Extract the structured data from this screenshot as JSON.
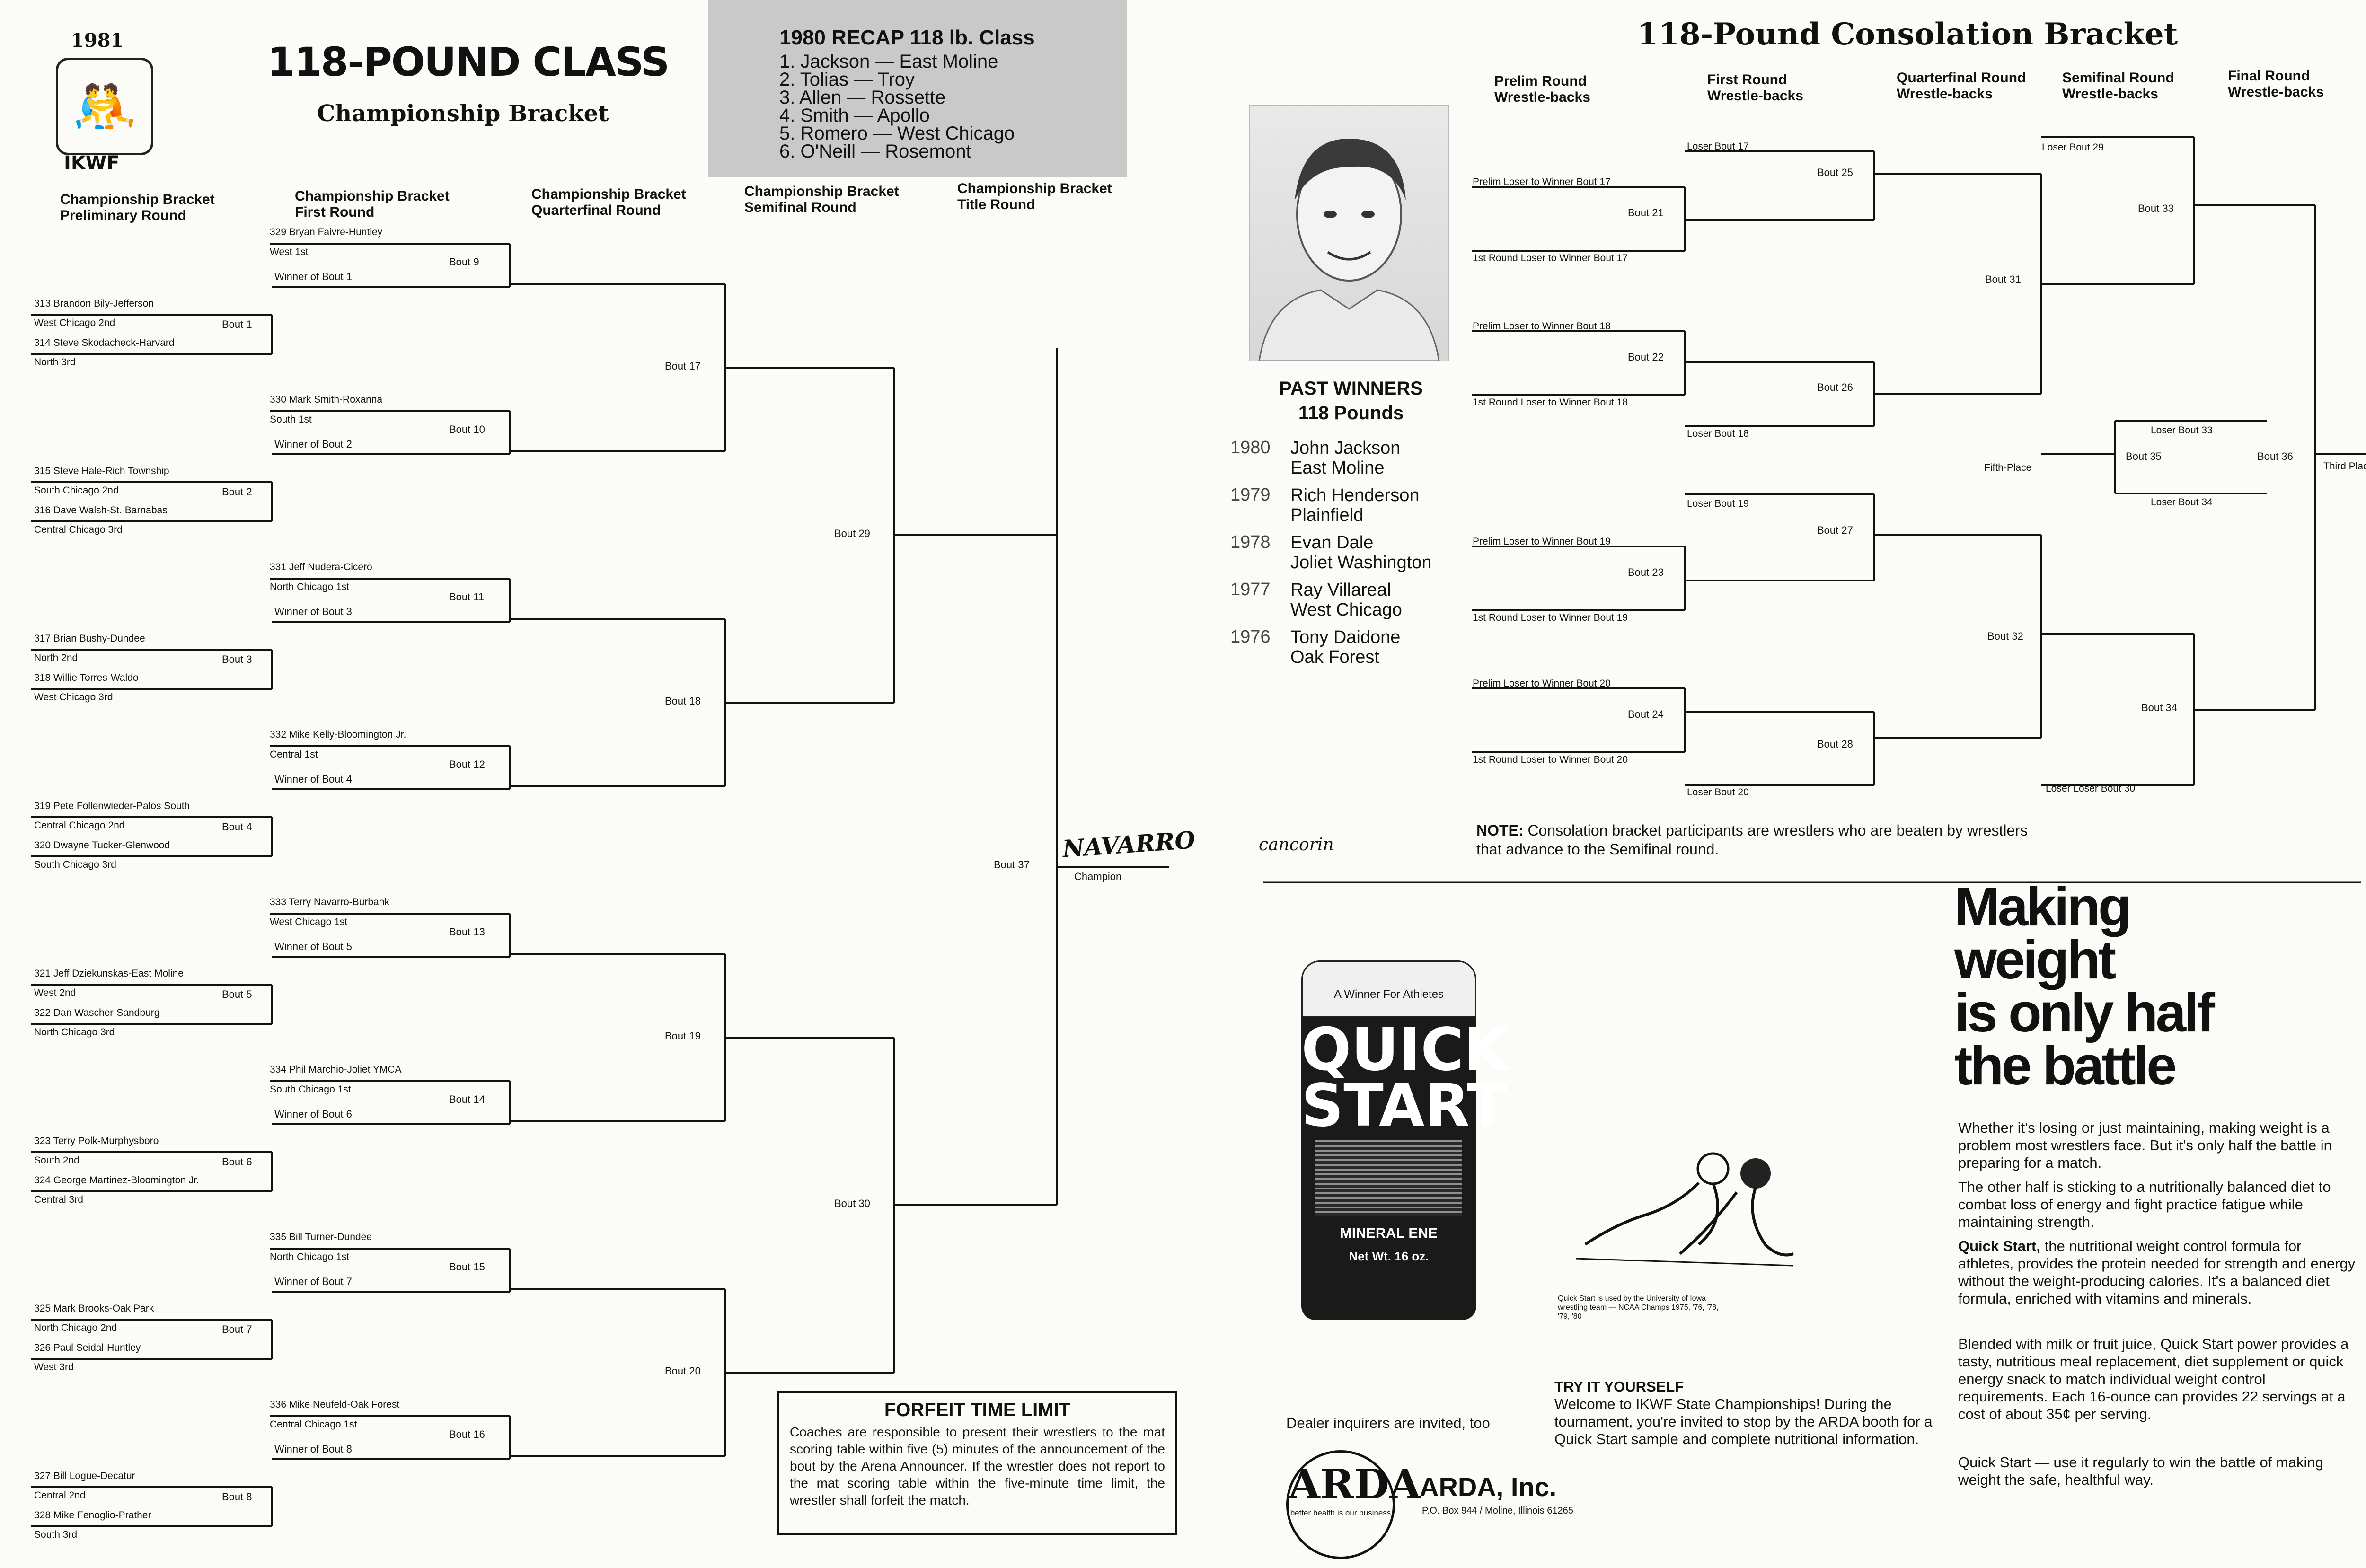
{
  "left": {
    "year": "1981",
    "logo_icon": "wrestler-mascot-icon",
    "org": "IKWF",
    "title": "118-POUND CLASS",
    "subtitle": "Championship Bracket",
    "recap": {
      "title": "1980 RECAP  118 lb. Class",
      "items": [
        "1.  Jackson — East Moline",
        "2.  Tolias — Troy",
        "3.  Allen — Rossette",
        "4.  Smith — Apollo",
        "5.  Romero — West Chicago",
        "6.  O'Neill — Rosemont"
      ]
    },
    "round_headers": [
      {
        "l1": "Championship Bracket",
        "l2": "Preliminary Round"
      },
      {
        "l1": "Championship Bracket",
        "l2": "First Round"
      },
      {
        "l1": "Championship Bracket",
        "l2": "Quarterfinal Round"
      },
      {
        "l1": "Championship Bracket",
        "l2": "Semifinal Round"
      },
      {
        "l1": "Championship Bracket",
        "l2": "Title Round"
      }
    ],
    "prelims": [
      {
        "a": "313 Brandon Bily-Jefferson",
        "a_sec": "West Chicago 2nd",
        "b": "314 Steve Skodacheck-Harvard",
        "b_sec": "North 3rd",
        "bout": "Bout 1",
        "winner": "Winner of Bout 1"
      },
      {
        "a": "315 Steve Hale-Rich Township",
        "a_sec": "South Chicago 2nd",
        "b": "316 Dave Walsh-St. Barnabas",
        "b_sec": "Central Chicago 3rd",
        "bout": "Bout 2",
        "winner": "Winner of Bout 2"
      },
      {
        "a": "317 Brian Bushy-Dundee",
        "a_sec": "North 2nd",
        "b": "318 Willie Torres-Waldo",
        "b_sec": "West Chicago 3rd",
        "bout": "Bout 3",
        "winner": "Winner of Bout 3"
      },
      {
        "a": "319 Pete Follenwieder-Palos South",
        "a_sec": "Central Chicago 2nd",
        "b": "320 Dwayne Tucker-Glenwood",
        "b_sec": "South Chicago 3rd",
        "bout": "Bout 4",
        "winner": "Winner of Bout 4"
      },
      {
        "a": "321 Jeff Dziekunskas-East Moline",
        "a_sec": "West 2nd",
        "b": "322 Dan Wascher-Sandburg",
        "b_sec": "North Chicago 3rd",
        "bout": "Bout 5",
        "winner": "Winner of Bout 5"
      },
      {
        "a": "323 Terry Polk-Murphysboro",
        "a_sec": "South 2nd",
        "b": "324 George Martinez-Bloomington Jr.",
        "b_sec": "Central 3rd",
        "bout": "Bout 6",
        "winner": "Winner of Bout 6"
      },
      {
        "a": "325 Mark Brooks-Oak Park",
        "a_sec": "North Chicago 2nd",
        "b": "326 Paul Seidal-Huntley",
        "b_sec": "West 3rd",
        "bout": "Bout 7",
        "winner": "Winner of Bout 7"
      },
      {
        "a": "327 Bill Logue-Decatur",
        "a_sec": "Central 2nd",
        "b": "328 Mike Fenoglio-Prather",
        "b_sec": "South 3rd",
        "bout": "Bout 8",
        "winner": "Winner of Bout 8"
      }
    ],
    "seeds": [
      {
        "name": "329 Bryan Faivre-Huntley",
        "sec": "West 1st",
        "bout": "Bout  9"
      },
      {
        "name": "330 Mark Smith-Roxanna",
        "sec": "South 1st",
        "bout": "Bout 10"
      },
      {
        "name": "331 Jeff Nudera-Cicero",
        "sec": "North Chicago 1st",
        "bout": "Bout 11"
      },
      {
        "name": "332 Mike Kelly-Bloomington Jr.",
        "sec": "Central 1st",
        "bout": "Bout 12"
      },
      {
        "name": "333 Terry Navarro-Burbank",
        "sec": "West Chicago 1st",
        "bout": "Bout 13"
      },
      {
        "name": "334 Phil Marchio-Joliet YMCA",
        "sec": "South Chicago 1st",
        "bout": "Bout 14"
      },
      {
        "name": "335 Bill Turner-Dundee",
        "sec": "North Chicago 1st",
        "bout": "Bout 15"
      },
      {
        "name": "336 Mike Neufeld-Oak Forest",
        "sec": "Central Chicago 1st",
        "bout": "Bout 16"
      }
    ],
    "quarters": [
      "Bout 17",
      "Bout 18",
      "Bout 19",
      "Bout 20"
    ],
    "semis": [
      "Bout 29",
      "Bout 30"
    ],
    "final": "Bout 37",
    "champion_label": "Champion",
    "champion_signature": "NAVARRO",
    "forfeit": {
      "title": "FORFEIT TIME LIMIT",
      "body": "Coaches are responsible to present their wrestlers to the mat scoring table within five (5) minutes of the announcement of the bout by the Arena Announcer. If the wrestler does not report to the mat scoring table within the five-minute time limit, the wrestler shall forfeit the match."
    }
  },
  "right": {
    "title": "118-Pound Consolation Bracket",
    "round_headers": [
      {
        "l1": "Prelim Round",
        "l2": "Wrestle-backs"
      },
      {
        "l1": "First Round",
        "l2": "Wrestle-backs"
      },
      {
        "l1": "Quarterfinal Round",
        "l2": "Wrestle-backs"
      },
      {
        "l1": "Semifinal Round",
        "l2": "Wrestle-backs"
      },
      {
        "l1": "Final Round",
        "l2": "Wrestle-backs"
      }
    ],
    "photo_icon": "champion-portrait-photo",
    "past_winners_title": "PAST WINNERS",
    "past_winners_sub": "118 Pounds",
    "past_winners": [
      {
        "year": "1980",
        "name": "John Jackson",
        "school": "East Moline"
      },
      {
        "year": "1979",
        "name": "Rich Henderson",
        "school": "Plainfield"
      },
      {
        "year": "1978",
        "name": "Evan Dale",
        "school": "Joliet Washington"
      },
      {
        "year": "1977",
        "name": "Ray Villareal",
        "school": "West Chicago"
      },
      {
        "year": "1976",
        "name": "Tony Daidone",
        "school": "Oak Forest"
      }
    ],
    "consol": {
      "prelim_groups": [
        {
          "top": "Prelim Loser to Winner Bout 17",
          "bout": "Bout 21",
          "bottom": "1st Round Loser to Winner Bout 17",
          "loser_top": "Loser Bout 17",
          "bout_next": "Bout 25"
        },
        {
          "top": "Prelim Loser to Winner Bout 18",
          "bout": "Bout 22",
          "bottom": "1st Round Loser to Winner Bout 18",
          "loser_top": "Loser Bout 18",
          "bout_next": "Bout 26"
        },
        {
          "top": "Prelim Loser to Winner Bout 19",
          "bout": "Bout 23",
          "bottom": "1st Round Loser to Winner Bout 19",
          "loser_top": "Loser Bout 19",
          "bout_next": "Bout 27"
        },
        {
          "top": "Prelim Loser to Winner Bout 20",
          "bout": "Bout 24",
          "bottom": "1st Round Loser to Winner Bout 20",
          "loser_top": "Loser Bout 20",
          "bout_next": "Bout 28"
        }
      ],
      "quarters": [
        "Bout 31",
        "Bout 32"
      ],
      "semis": [
        {
          "loser": "Loser Bout 29",
          "bout": "Bout 33"
        },
        {
          "loser": "Loser Loser Bout 30",
          "bout": "Bout 34"
        }
      ],
      "fifth": {
        "top": "Loser Bout 33",
        "bout": "Bout 35",
        "bottom": "Loser Bout 34",
        "label": "Fifth-Place"
      },
      "third": {
        "bout": "Bout 36",
        "label": "Third Place"
      }
    },
    "note_label": "NOTE:",
    "note_text": "Consolation bracket participants are wrestlers who are beaten by wrestlers that advance to the Semifinal round.",
    "signature": "cancorin",
    "ad": {
      "headline": [
        "Making",
        "weight",
        "is only half",
        "the battle"
      ],
      "p1": "Whether it's losing or just maintaining, making weight is a problem most wrestlers face. But it's only half the battle in preparing for a match.",
      "p2": "The other half is sticking to a nutritionally balanced diet to combat loss of energy and fight practice fatigue while maintaining strength.",
      "p3_lead": "Quick Start,",
      "p3": " the nutritional weight control formula for athletes, provides the protein needed for strength and energy without the weight-producing calories. It's a balanced diet formula, enriched with vitamins and minerals.",
      "p4": "Blended with milk or fruit juice, Quick Start power provides a tasty, nutritious meal replacement, diet supplement or quick energy snack to match individual weight control requirements. Each 16-ounce can provides 22 servings at a cost of about 35¢ per serving.",
      "p5": "Quick Start — use it regularly to win the battle of making weight the safe, healthful way.",
      "can_tag": "A Winner For Athletes",
      "can_brand": "QUICK START",
      "can_mineral": "MINERAL ENE",
      "can_weight": "Net Wt. 16 oz.",
      "caption": "Quick Start is used by the University of Iowa wrestling team — NCAA Champs 1975, '76, '78, '79, '80",
      "try_title": "TRY IT YOURSELF",
      "try_body": "Welcome to IKWF State Championships! During the tournament, you're invited to stop by the ARDA booth for a Quick Start sample and complete nutritional information.",
      "dealer": "Dealer inquirers are invited, too",
      "arda_logo": "ARDA",
      "arda_tag": "better health is our business",
      "arda_inc": "ARDA, Inc.",
      "arda_addr": "P.O. Box 944 / Moline, Illinois 61265"
    }
  }
}
